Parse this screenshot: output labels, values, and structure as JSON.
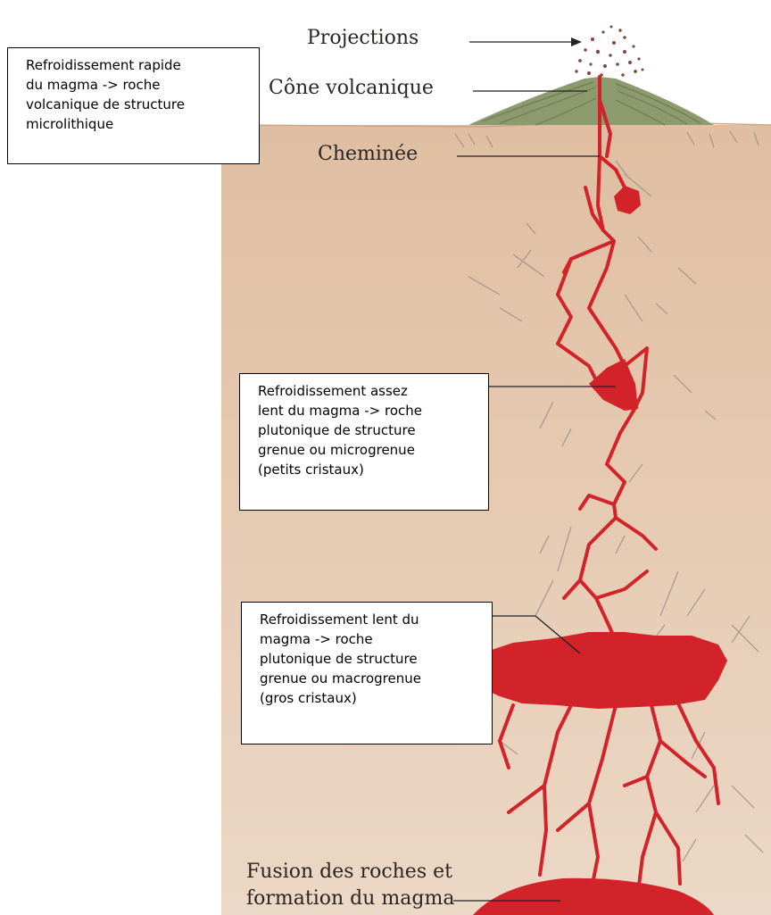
{
  "labels": {
    "projections": "Projections",
    "cone": "Cône volcanique",
    "chimney": "Cheminée",
    "fusion_line1": "Fusion des roches et",
    "fusion_line2": "formation du magma"
  },
  "callouts": {
    "rapid": [
      "Refroidissement rapide",
      "du magma -> roche",
      "volcanique de structure",
      "microlithique"
    ],
    "fairly_slow": [
      "Refroidissement assez",
      "lent du magma -> roche",
      "plutonique de structure",
      "grenue ou microgrenue",
      "(petits cristaux)"
    ],
    "slow": [
      "Refroidissement lent du",
      "magma -> roche",
      "plutonique de structure",
      "grenue ou macrogrenue",
      "(gros cristaux)"
    ]
  },
  "colors": {
    "magma": "#d2232a",
    "ground": "#e2c4a6",
    "cone": "#8c9a6e",
    "sky": "#ffffff"
  }
}
